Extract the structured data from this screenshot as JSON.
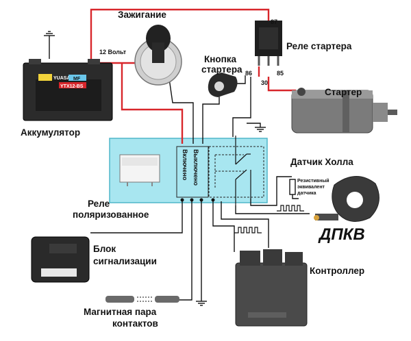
{
  "labels": {
    "ignition": "Зажигание",
    "battery": "Аккумулятор",
    "voltage": "12 Вольт",
    "starter_button": [
      "Кнопка",
      "стартера"
    ],
    "starter_relay": "Реле стартера",
    "starter": "Стартер",
    "relay_polarized": [
      "Реле",
      "поляризованное"
    ],
    "relay_on": "Включено",
    "relay_off": "Выключено",
    "hall_sensor": "Датчик Холла",
    "resistive_equivalent": [
      "Резистивный",
      "эквивалент",
      "датчика"
    ],
    "crank_sensor": "ДПКВ",
    "alarm_unit": [
      "Блок",
      "сигнализации"
    ],
    "controller": "Контроллер",
    "magnetic_pair": [
      "Магнитная пара",
      "контактов"
    ]
  },
  "relay_pins": {
    "p87": "87",
    "p86": "86",
    "p85": "85",
    "p30": "30"
  },
  "battery_markings": {
    "brand": "YUASA",
    "type": "MF",
    "model": "YTX12-BS"
  },
  "colors": {
    "power_wire": "#d8262b",
    "signal_wire": "#111111",
    "relay_panel": "#a8e6f0",
    "relay_panel_border": "#4fb6c9"
  }
}
